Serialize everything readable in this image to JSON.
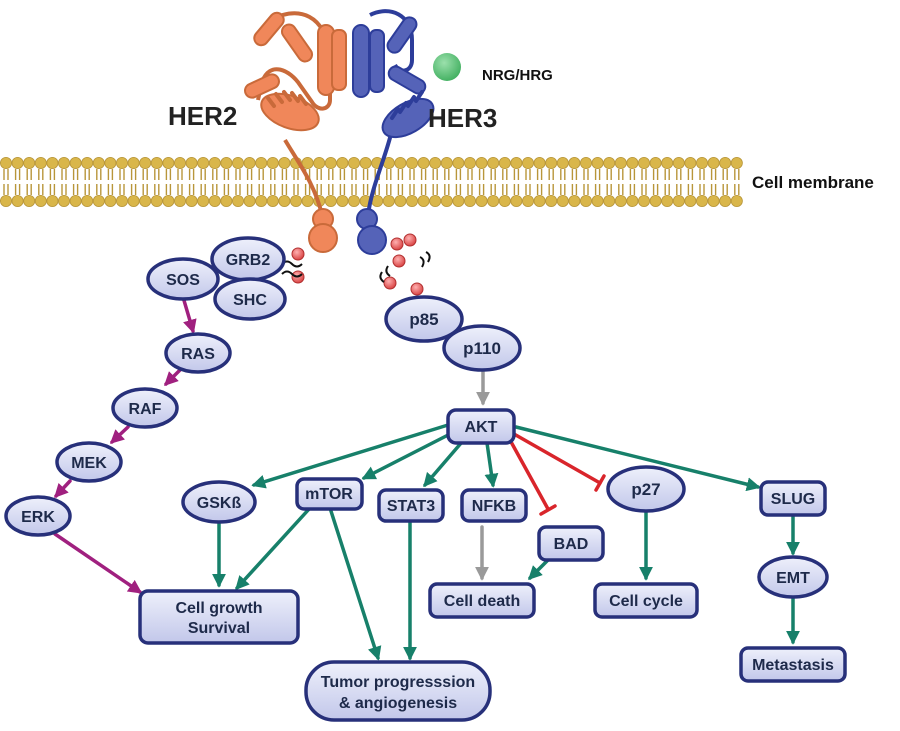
{
  "receptors": {
    "her2": "HER2",
    "her3": "HER3",
    "ligand": "NRG/HRG"
  },
  "membrane": {
    "label": "Cell membrane"
  },
  "nodes": {
    "grb2": "GRB2",
    "sos": "SOS",
    "shc": "SHC",
    "ras": "RAS",
    "raf": "RAF",
    "mek": "MEK",
    "erk": "ERK",
    "p85": "p85",
    "p110": "p110",
    "akt": "AKT",
    "gsk": "GSKß",
    "mtor": "mTOR",
    "stat3": "STAT3",
    "nfkb": "NFKB",
    "p27": "p27",
    "slug": "SLUG",
    "bad": "BAD",
    "emt": "EMT",
    "cell_death": "Cell death",
    "cell_cycle": "Cell cycle",
    "cell_growth_1": "Cell growth",
    "cell_growth_2": "Survival",
    "tumor_1": "Tumor progresssion",
    "tumor_2": "& angiogenesis",
    "metastasis": "Metastasis"
  },
  "colors": {
    "her2": "#f0875a",
    "her3": "#5563b8",
    "ligand": "#5cc47a",
    "membrane": "#d9b64a",
    "node_stroke": "#27307a",
    "arrow_green": "#17806a",
    "arrow_magenta": "#a0207f",
    "arrow_gray": "#9a9a9a",
    "arrow_red": "#d9252b",
    "phospho": "#e85a5a"
  }
}
